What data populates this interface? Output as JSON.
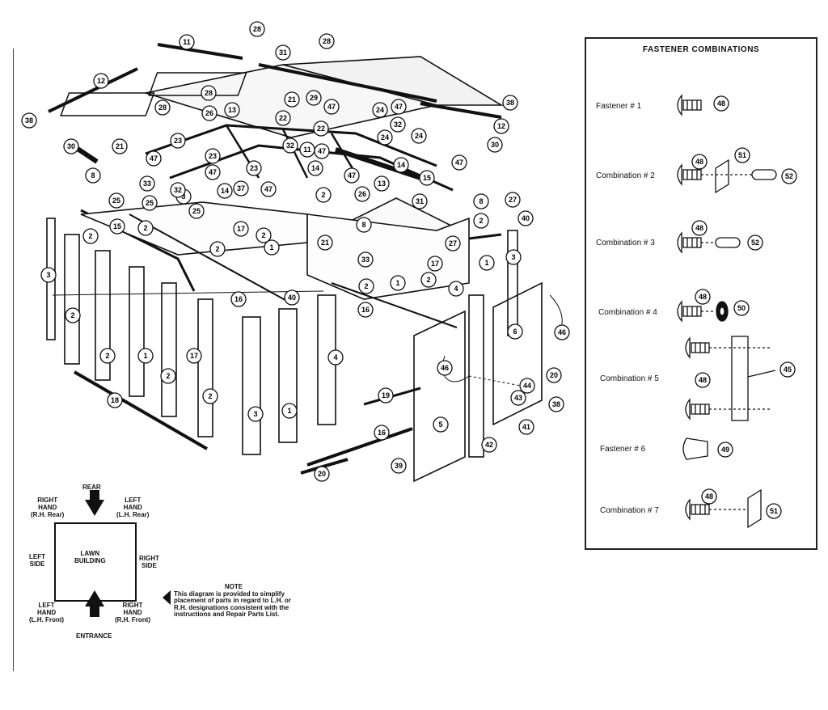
{
  "diagram": {
    "callouts": [
      "1",
      "2",
      "3",
      "4",
      "5",
      "6",
      "8",
      "11",
      "12",
      "13",
      "14",
      "15",
      "16",
      "17",
      "18",
      "19",
      "20",
      "21",
      "22",
      "23",
      "24",
      "25",
      "26",
      "27",
      "28",
      "29",
      "30",
      "31",
      "32",
      "33",
      "37",
      "38",
      "39",
      "40",
      "41",
      "42",
      "43",
      "44",
      "45",
      "46",
      "47",
      "48",
      "49",
      "50",
      "51",
      "52"
    ]
  },
  "key": {
    "rear": "REAR",
    "entrance": "ENTRANCE",
    "lawn_building": "LAWN\nBUILDING",
    "right_hand_rear": "RIGHT\nHAND\n(R.H. Rear)",
    "left_hand_rear": "LEFT\nHAND\n(L.H. Rear)",
    "left_side": "LEFT\nSIDE",
    "right_side": "RIGHT\nSIDE",
    "left_hand_front": "LEFT\nHAND\n(L.H. Front)",
    "right_hand_front": "RIGHT\nHAND\n(R.H. Front)",
    "note_title": "NOTE",
    "note_text": "This diagram is provided to simplify placement of parts in regard to L.H. or R.H. designations consistent with the instructions and Repair Parts List."
  },
  "panel": {
    "title": "FASTENER  COMBINATIONS",
    "rows": [
      {
        "label": "Fastener  # 1",
        "parts": [
          "48"
        ]
      },
      {
        "label": "Combination  # 2",
        "parts": [
          "48",
          "51",
          "52"
        ]
      },
      {
        "label": "Combination  # 3",
        "parts": [
          "48",
          "52"
        ]
      },
      {
        "label": "Combination  # 4",
        "parts": [
          "48",
          "50"
        ]
      },
      {
        "label": "Combination  # 5",
        "parts": [
          "48",
          "45"
        ]
      },
      {
        "label": "Fastener   # 6",
        "parts": [
          "49"
        ]
      },
      {
        "label": "Combination  # 7",
        "parts": [
          "48",
          "51"
        ]
      }
    ]
  }
}
